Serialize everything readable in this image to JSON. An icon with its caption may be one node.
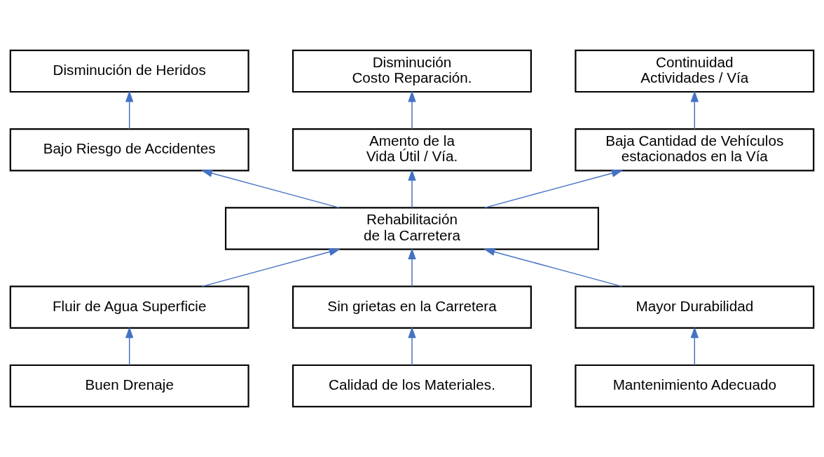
{
  "diagram": {
    "nodes": [
      {
        "text": [
          "Disminución de Heridos"
        ]
      },
      {
        "text": [
          "Disminución Costo Reparación."
        ]
      },
      {
        "text": [
          "Continuidad Actividades / Vía"
        ]
      },
      {
        "text": [
          "Bajo Riesgo de Accidentes"
        ]
      },
      {
        "text": [
          "Amento de la Vida Útil / Vía."
        ]
      },
      {
        "text": [
          "Baja Cantidad de Vehículos estacionados en la Vía"
        ]
      },
      {
        "text": [
          "Rehabilitación de la Carretera"
        ]
      },
      {
        "text": [
          "Fluir de Agua Superficie"
        ]
      },
      {
        "text": [
          "Sin grietas en la Carretera"
        ]
      },
      {
        "text": [
          "Mayor Durabilidad"
        ]
      },
      {
        "text": [
          "Buen Drenaje"
        ]
      },
      {
        "text": [
          "Calidad de los Materiales."
        ]
      },
      {
        "text": [
          "Mantenimiento Adecuado"
        ]
      }
    ],
    "edges": [
      {
        "from": 3,
        "to": 0,
        "arrow": "to"
      },
      {
        "from": 4,
        "to": 1,
        "arrow": "to"
      },
      {
        "from": 5,
        "to": 2,
        "arrow": "to"
      },
      {
        "from": 6,
        "to": 3,
        "arrow": "to"
      },
      {
        "from": 6,
        "to": 4,
        "arrow": "to"
      },
      {
        "from": 6,
        "to": 5,
        "arrow": "to"
      },
      {
        "from": 7,
        "to": 6,
        "arrow": "to"
      },
      {
        "from": 8,
        "to": 6,
        "arrow": "to"
      },
      {
        "from": 9,
        "to": 6,
        "arrow": "to"
      },
      {
        "from": 10,
        "to": 7,
        "arrow": "to"
      },
      {
        "from": 11,
        "to": 8,
        "arrow": "to"
      },
      {
        "from": 12,
        "to": 9,
        "arrow": "to"
      }
    ]
  }
}
